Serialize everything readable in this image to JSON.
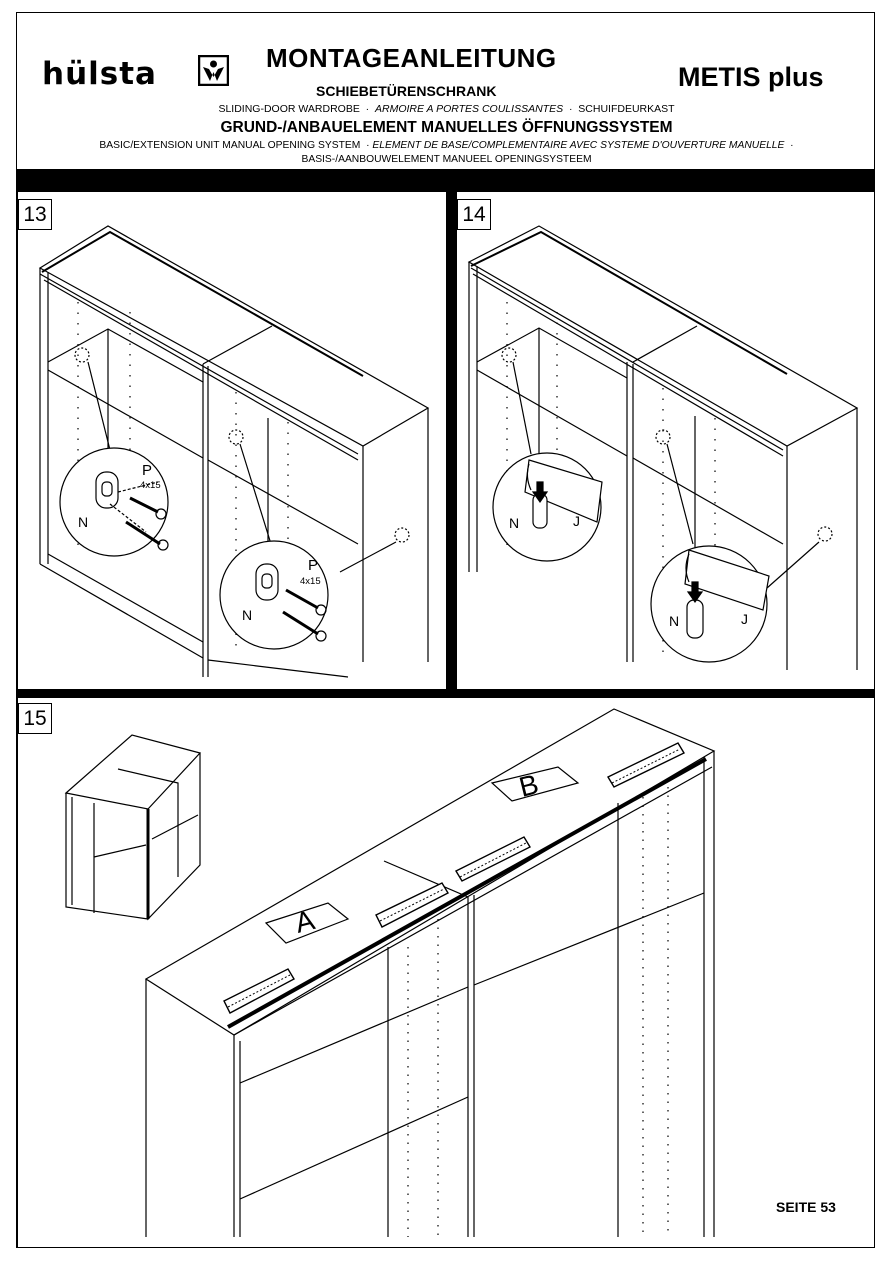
{
  "header": {
    "logo": "hülsta",
    "title": "MONTAGEANLEITUNG",
    "subtitle": "SCHIEBETÜRENSCHRANK",
    "model": "METIS plus",
    "line1_en": "SLIDING-DOOR WARDROBE",
    "line1_fr": "ARMOIRE A PORTES COULISSANTES",
    "line1_nl": "SCHUIFDEURKAST",
    "sep": "·",
    "heading2": "GRUND-/ANBAUELEMENT MANUELLES ÖFFNUNGSSYSTEM",
    "line2_en": "BASIC/EXTENSION UNIT MANUAL OPENING SYSTEM",
    "line2_fr": "ELEMENT DE BASE/COMPLEMENTAIRE AVEC SYSTEME D'OUVERTURE MANUELLE",
    "line3_nl": "BASIS-/AANBOUWELEMENT MANUEEL OPENINGSYSTEEM"
  },
  "steps": [
    {
      "number": "13",
      "part_p": "P",
      "screw_size": "4x15",
      "part_n": "N"
    },
    {
      "number": "14",
      "part_n": "N",
      "part_j": "J"
    },
    {
      "number": "15",
      "label_a": "A",
      "label_b": "B"
    }
  ],
  "footer": {
    "page": "SEITE 53"
  }
}
